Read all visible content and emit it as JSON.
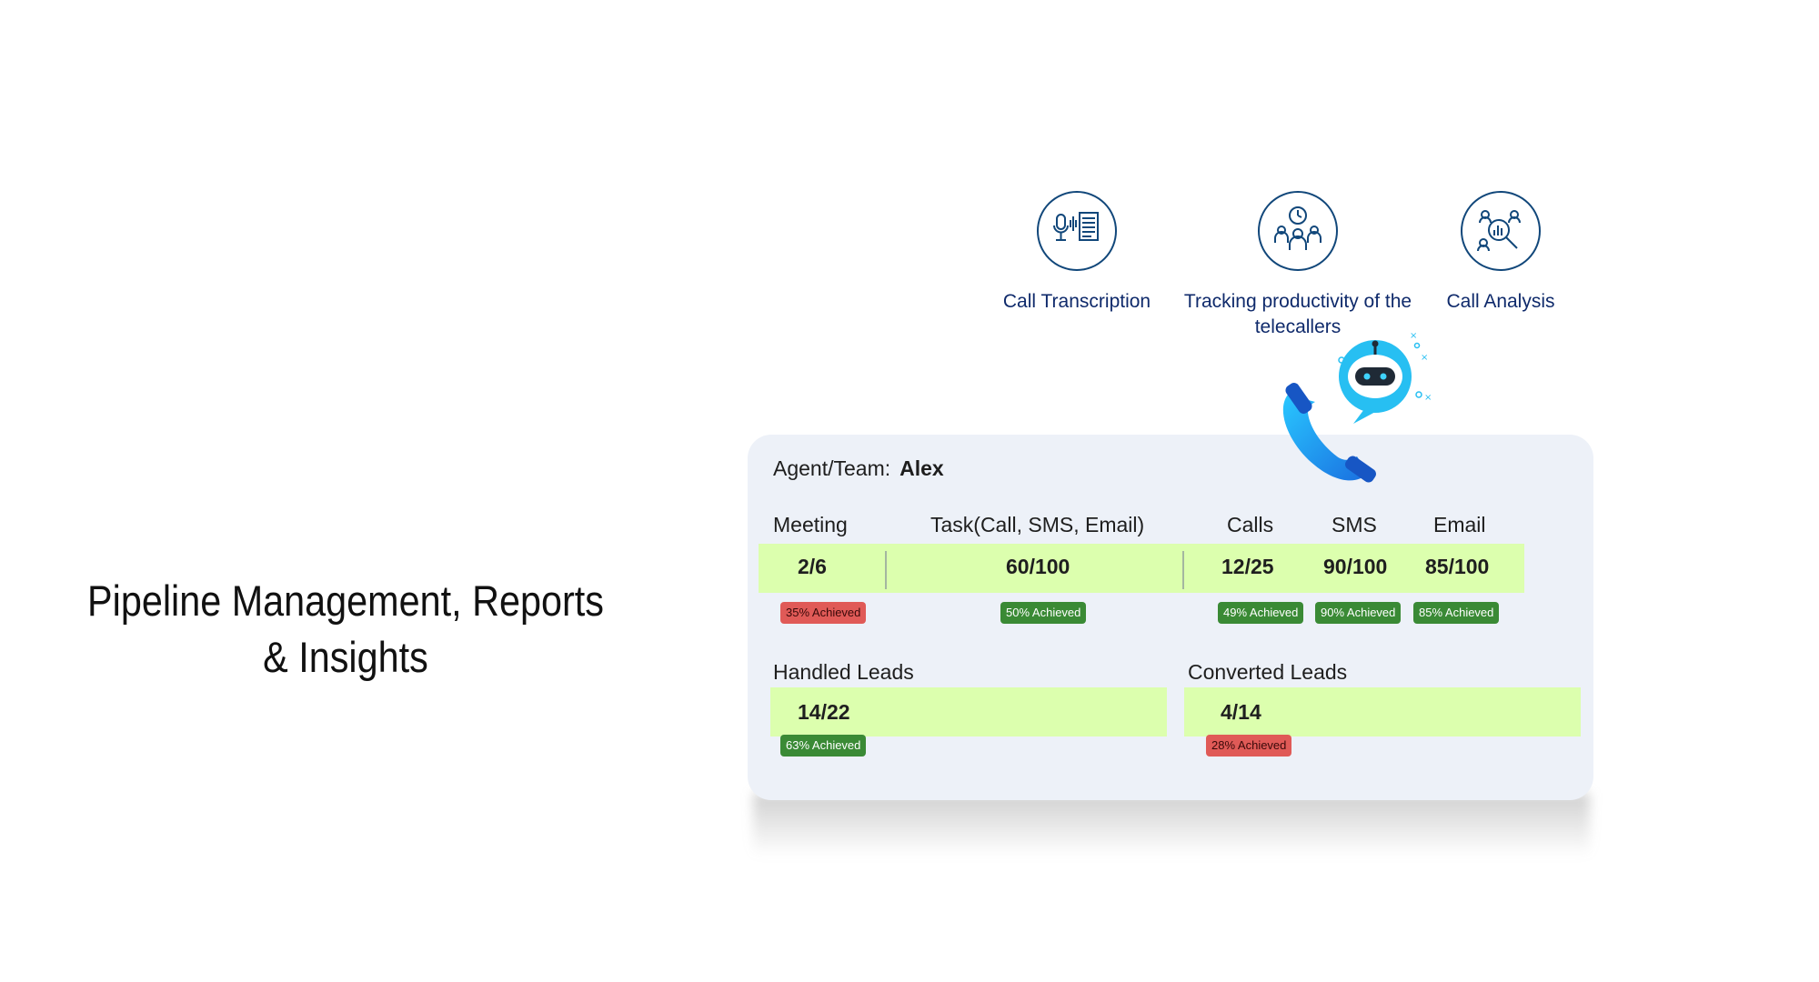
{
  "headline": "Pipeline Management, Reports & Insights",
  "features": [
    {
      "label": "Call Transcription",
      "icon": "mic-transcript-icon"
    },
    {
      "label": "Tracking productivity of the telecallers",
      "icon": "team-clock-icon"
    },
    {
      "label": "Call Analysis",
      "icon": "people-search-icon"
    }
  ],
  "agent": {
    "label": "Agent/Team:",
    "name": "Alex"
  },
  "columns": {
    "meeting": "Meeting",
    "task": "Task(Call, SMS, Email)",
    "calls": "Calls",
    "sms": "SMS",
    "email": "Email"
  },
  "values": {
    "meeting": "2/6",
    "task": "60/100",
    "calls": "12/25",
    "sms": "90/100",
    "email": "85/100"
  },
  "badges": {
    "meeting": "35% Achieved",
    "task": "50% Achieved",
    "calls": "49% Achieved",
    "sms": "90% Achieved",
    "email": "85% Achieved"
  },
  "handled": {
    "label": "Handled Leads",
    "value": "14/22",
    "badge": "63% Achieved"
  },
  "converted": {
    "label": "Converted Leads",
    "value": "4/14",
    "badge": "28% Achieved"
  },
  "colors": {
    "bar": "#dcffae",
    "badge_red": "#e05a57",
    "badge_green": "#3a8a35",
    "card_bg": "#edf1f8",
    "icon_navy": "#11477a"
  }
}
